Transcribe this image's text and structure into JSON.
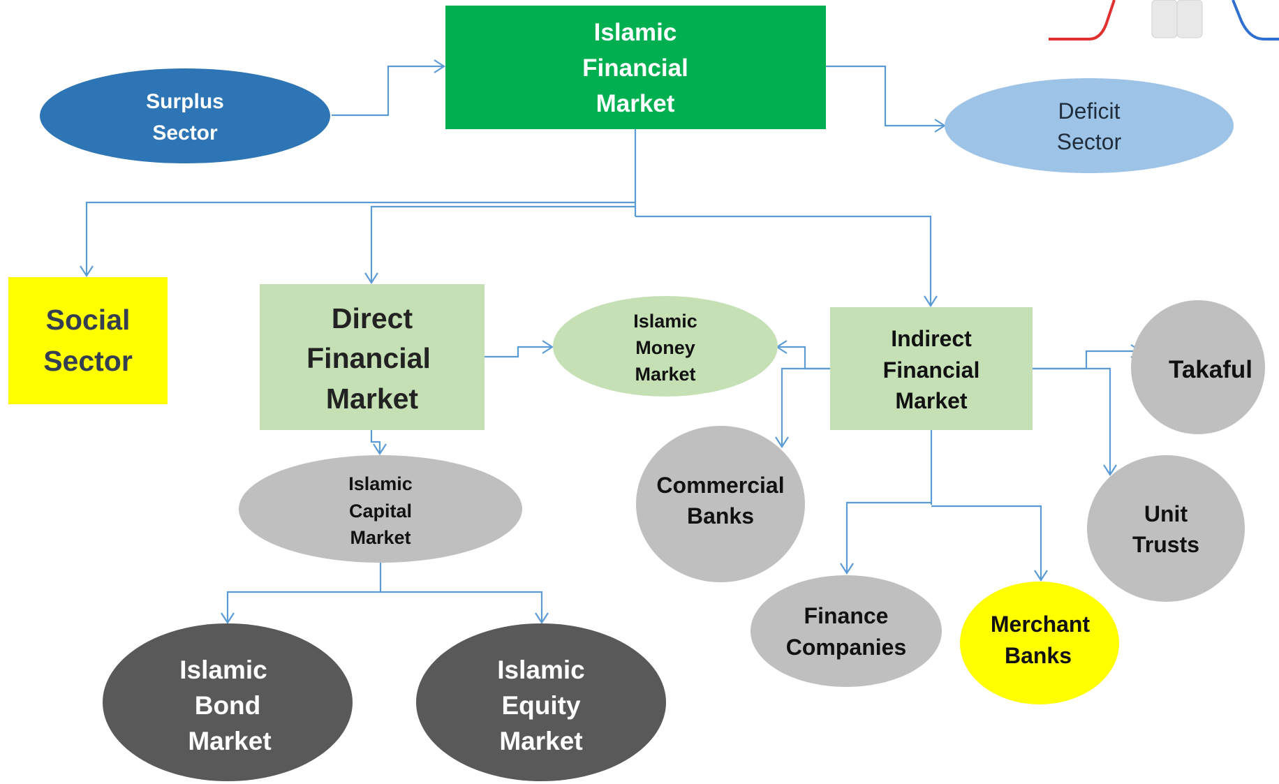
{
  "nodes": {
    "islamic_financial_market": {
      "lines": [
        "Islamic",
        "Financial",
        "Market"
      ],
      "fill": "#00b050",
      "text_color": "#ffffff"
    },
    "surplus_sector": {
      "lines": [
        "Surplus",
        "Sector"
      ],
      "fill": "#2e75b6",
      "text_color": "#ffffff"
    },
    "deficit_sector": {
      "lines": [
        "Deficit",
        "Sector"
      ],
      "fill": "#9dc3e6",
      "text_color": "#1f2d3d"
    },
    "social_sector": {
      "lines": [
        "Social",
        "Sector"
      ],
      "fill": "#ffff00",
      "text_color": "#333f50"
    },
    "direct_financial_market": {
      "lines": [
        "Direct",
        "Financial",
        "Market"
      ],
      "fill": "#c5e0b4",
      "text_color": "#222222"
    },
    "islamic_money_market": {
      "lines": [
        "Islamic",
        "Money",
        "Market"
      ],
      "fill": "#c5e0b4",
      "text_color": "#111111"
    },
    "indirect_financial_market": {
      "lines": [
        "Indirect",
        "Financial",
        "Market"
      ],
      "fill": "#c5e0b4",
      "text_color": "#111111"
    },
    "takaful": {
      "lines": [
        "Takaful"
      ],
      "fill": "#bfbfbf",
      "text_color": "#111111"
    },
    "islamic_capital_market": {
      "lines": [
        "Islamic",
        "Capital",
        "Market"
      ],
      "fill": "#bfbfbf",
      "text_color": "#111111"
    },
    "commercial_banks": {
      "lines": [
        "Commercial",
        "Banks"
      ],
      "fill": "#bfbfbf",
      "text_color": "#111111"
    },
    "unit_trusts": {
      "lines": [
        "Unit",
        "Trusts"
      ],
      "fill": "#bfbfbf",
      "text_color": "#111111"
    },
    "finance_companies": {
      "lines": [
        "Finance",
        "Companies"
      ],
      "fill": "#bfbfbf",
      "text_color": "#111111"
    },
    "merchant_banks": {
      "lines": [
        "Merchant",
        "Banks"
      ],
      "fill": "#ffff00",
      "text_color": "#111111"
    },
    "islamic_bond_market": {
      "lines": [
        "Islamic",
        "Bond",
        "Market"
      ],
      "fill": "#595959",
      "text_color": "#ffffff"
    },
    "islamic_equity_market": {
      "lines": [
        "Islamic",
        "Equity",
        "Market"
      ],
      "fill": "#595959",
      "text_color": "#ffffff"
    }
  },
  "connector_color": "#5b9bd5",
  "corner_image": {
    "left_line_color": "#e03030",
    "right_line_color": "#2e6fd0",
    "figure_color": "#e8e8e8"
  }
}
